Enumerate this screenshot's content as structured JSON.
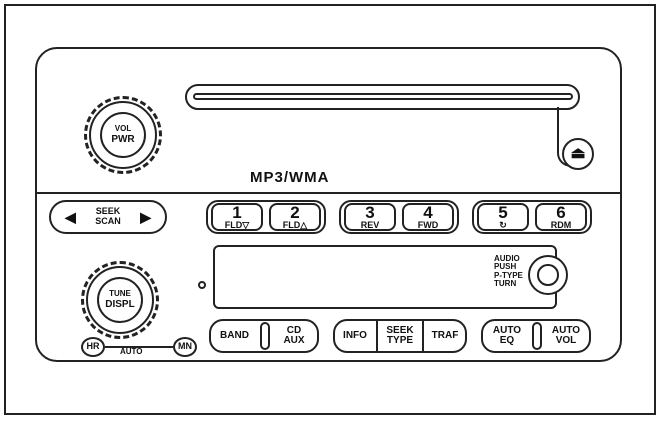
{
  "volume_knob": {
    "top": "VOL",
    "bottom": "PWR"
  },
  "media_label": "MP3/WMA",
  "eject_glyph": "⏏",
  "seek": {
    "line1": "SEEK",
    "line2": "SCAN",
    "left_glyph": "◀",
    "right_glyph": "▶"
  },
  "presets": [
    {
      "num": "1",
      "sub": "FLD▽"
    },
    {
      "num": "2",
      "sub": "FLD△"
    },
    {
      "num": "3",
      "sub": "REV"
    },
    {
      "num": "4",
      "sub": "FWD"
    },
    {
      "num": "5",
      "sub": "↻"
    },
    {
      "num": "6",
      "sub": "RDM"
    }
  ],
  "tune_knob": {
    "top": "TUNE",
    "bottom": "DISPL"
  },
  "audio_knob": {
    "l1": "AUDIO",
    "l2": "PUSH",
    "l3": "P-TYPE",
    "l4": "TURN"
  },
  "bottom": {
    "band": "BAND",
    "cd": "CD",
    "aux": "AUX",
    "info": "INFO",
    "seek_type_1": "SEEK",
    "seek_type_2": "TYPE",
    "traf": "TRAF",
    "auto_eq_1": "AUTO",
    "auto_eq_2": "EQ",
    "auto_vol_1": "AUTO",
    "auto_vol_2": "VOL"
  },
  "clock": {
    "hr": "HR",
    "auto": "AUTO",
    "mn": "MN"
  }
}
